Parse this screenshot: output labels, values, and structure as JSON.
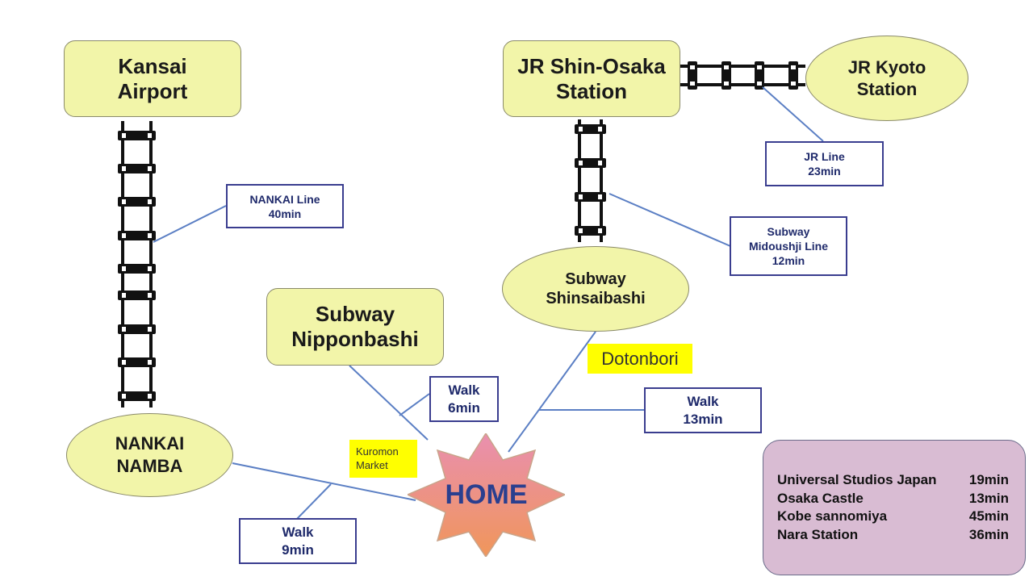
{
  "stations": {
    "kansai_airport": [
      "Kansai",
      "Airport"
    ],
    "shin_osaka": [
      "JR Shin-Osaka",
      "Station"
    ],
    "kyoto": [
      "JR Kyoto",
      "Station"
    ],
    "shinsaibashi": [
      "Subway",
      "Shinsaibashi"
    ],
    "nipponbashi": [
      "Subway",
      "Nipponbashi"
    ],
    "namba": [
      "NANKAI",
      "NAMBA"
    ]
  },
  "routes": {
    "nankai": [
      "NANKAI Line",
      "40min"
    ],
    "jr": [
      "JR Line",
      "23min"
    ],
    "midoushji": [
      "Subway",
      "Midoushji Line",
      "12min"
    ],
    "walk_nipponbashi": [
      "Walk",
      "6min"
    ],
    "walk_shinsaibashi": [
      "Walk",
      "13min"
    ],
    "walk_namba": [
      "Walk",
      "9min"
    ]
  },
  "places": {
    "dotonbori": "Dotonbori",
    "kuromon": [
      "Kuromon",
      "Market"
    ]
  },
  "home_label": "HOME",
  "destinations": [
    {
      "name": "Universal Studios Japan",
      "time": "19min"
    },
    {
      "name": "Osaka Castle",
      "time": "13min"
    },
    {
      "name": "Kobe sannomiya",
      "time": "45min"
    },
    {
      "name": "Nara Station",
      "time": "36min"
    }
  ],
  "colors": {
    "station_fill": "#f2f5a9",
    "route_border": "#3a3d8f",
    "connector": "#5b7fc4",
    "home_gradient_top": "#e98fb0",
    "home_gradient_bottom": "#f0965a",
    "info_panel": "#d9bcd3",
    "highlight": "#ffff00"
  }
}
